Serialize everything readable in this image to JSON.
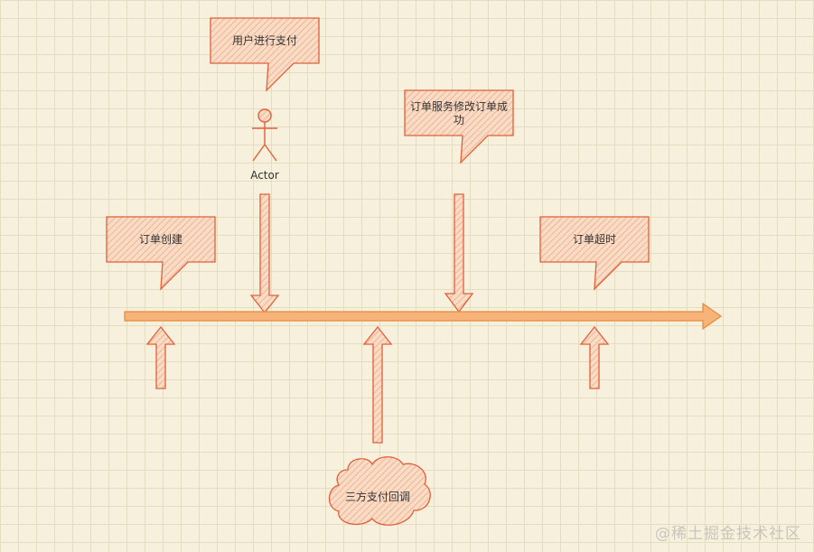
{
  "colors": {
    "background": "#f6f0dc",
    "grid": "#e4dcc3",
    "callout_fill": "#f7c5a8",
    "callout_stroke": "#e0603a",
    "timeline_fill": "#f7b37a",
    "timeline_stroke": "#e68a3a",
    "text": "#333333"
  },
  "callouts": {
    "user_pay": "用户进行支付",
    "modify_success_line1": "订单服务修改订单成",
    "modify_success_line2": "功",
    "order_create": "订单创建",
    "order_timeout": "订单超时"
  },
  "actor": {
    "label": "Actor"
  },
  "cloud": {
    "label": "三方支付回调"
  },
  "watermark": "@稀土掘金技术社区"
}
